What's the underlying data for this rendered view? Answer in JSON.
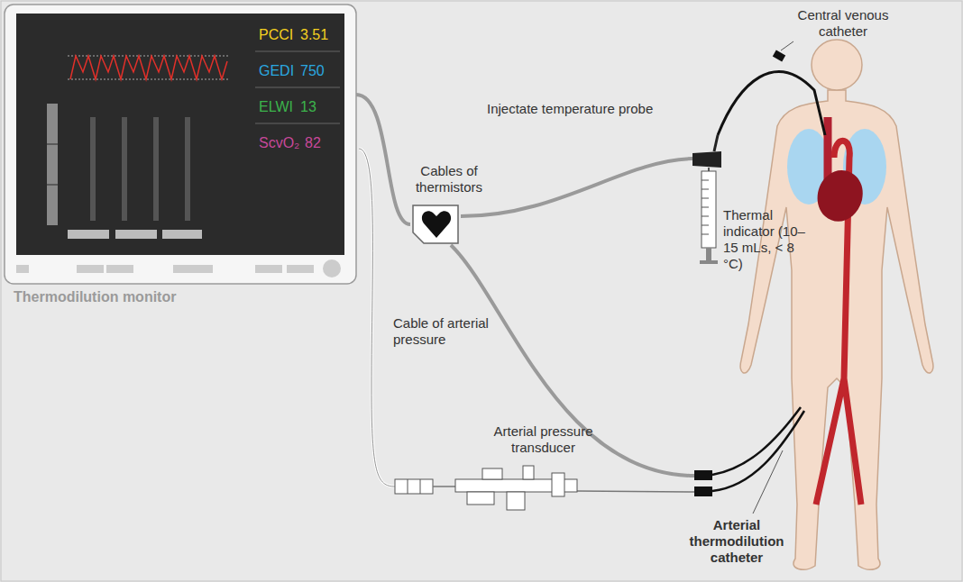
{
  "diagram": {
    "nodes": [
      {
        "text": [
          "Thermodilution monitor"
        ]
      },
      {
        "text": [
          "Cables of thermistors"
        ]
      }
    ],
    "edges": [
      {
        "from": 0,
        "to": 1,
        "arrow": "none"
      }
    ],
    "labels": [
      "PCCI",
      "3.51",
      "GEDI",
      "750",
      "ELWI",
      "13",
      "ScvO₂",
      "82",
      "Central venous catheter",
      "Injectate temperature probe",
      "Thermal indicator (10–15 mLs, < 8 °C)",
      "Cable of arterial pressure",
      "Arterial pressure transducer",
      "Arterial thermodilution catheter"
    ]
  }
}
